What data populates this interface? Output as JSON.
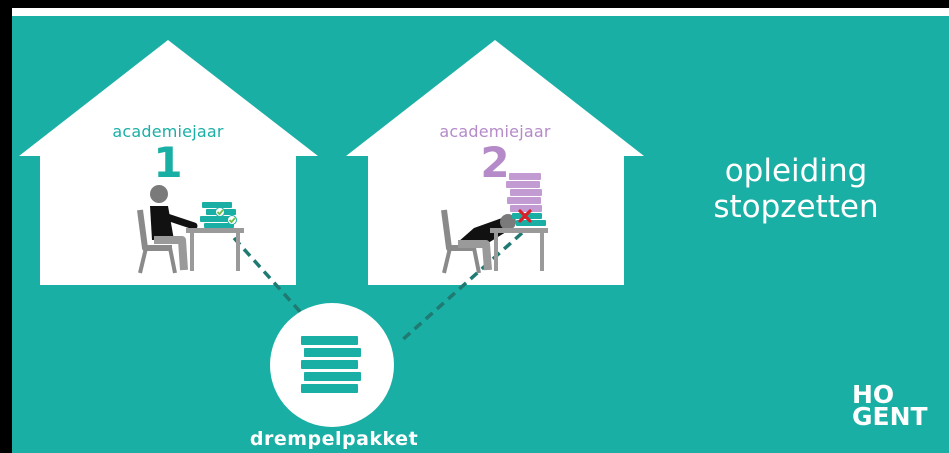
{
  "scene": {
    "house1": {
      "label": "academiejaar",
      "number": "1"
    },
    "house2": {
      "label": "academiejaar",
      "number": "2"
    },
    "outcome": {
      "line1": "opleiding",
      "line2": "stopzetten"
    },
    "package": {
      "label": "drempelpakket"
    },
    "logo": {
      "line1": "HO",
      "line2": "GENT"
    }
  },
  "colors": {
    "background": "#1aafa5",
    "house": "#ffffff",
    "year1": "#1aafa5",
    "year2": "#b48ac8",
    "books_teal": "#1aafa5",
    "books_purple": "#c39bd3",
    "chair": "#8a8a8a",
    "table": "#9a9a9a",
    "cross": "#d9202a"
  },
  "icons": [
    "student-icon",
    "chair-icon",
    "desk-icon",
    "book-stack-icon",
    "check-icon",
    "cross-icon"
  ]
}
